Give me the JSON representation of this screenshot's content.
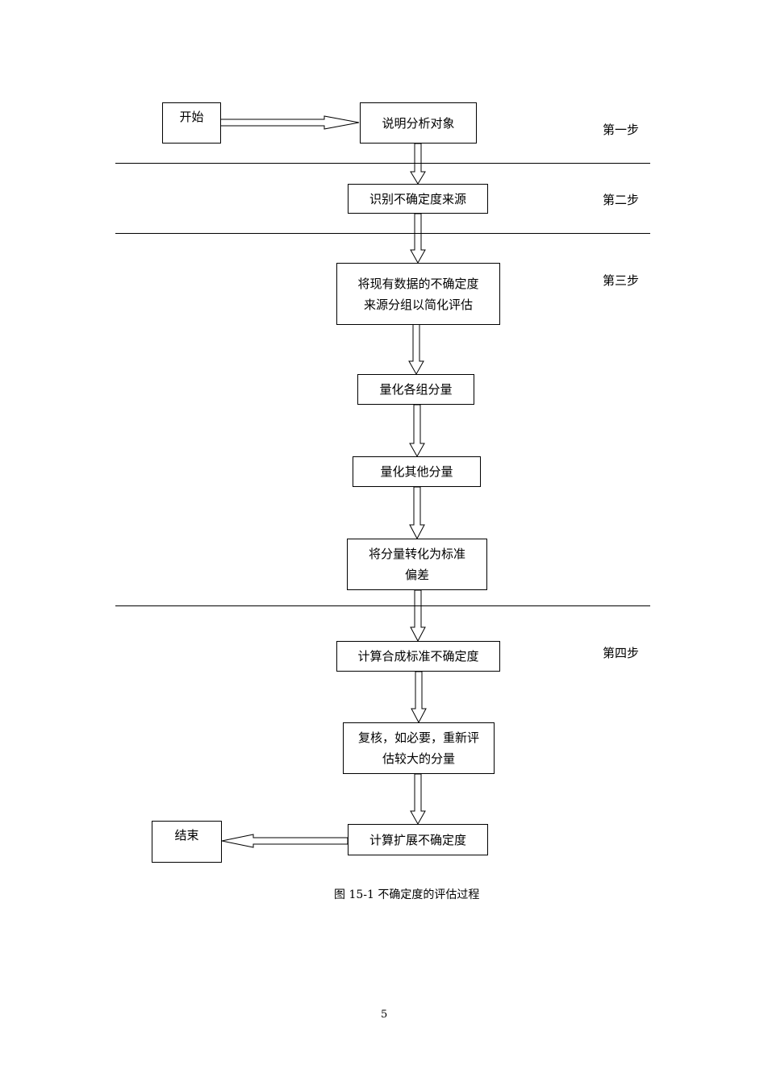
{
  "steps": {
    "step1": "第一步",
    "step2": "第二步",
    "step3": "第三步",
    "step4": "第四步"
  },
  "nodes": {
    "start": "开始",
    "describe": "说明分析对象",
    "identify": "识别不确定度来源",
    "group_line1": "将现有数据的不确定度",
    "group_line2": "来源分组以简化评估",
    "quantify_groups": "量化各组分量",
    "quantify_others": "量化其他分量",
    "convert_line1": "将分量转化为标准",
    "convert_line2": "偏差",
    "combined": "计算合成标准不确定度",
    "review_line1": "复核，如必要，重新评",
    "review_line2": "估较大的分量",
    "expanded": "计算扩展不确定度",
    "end": "结束"
  },
  "caption": "图 15-1  不确定度的评估过程",
  "page_number": "5"
}
